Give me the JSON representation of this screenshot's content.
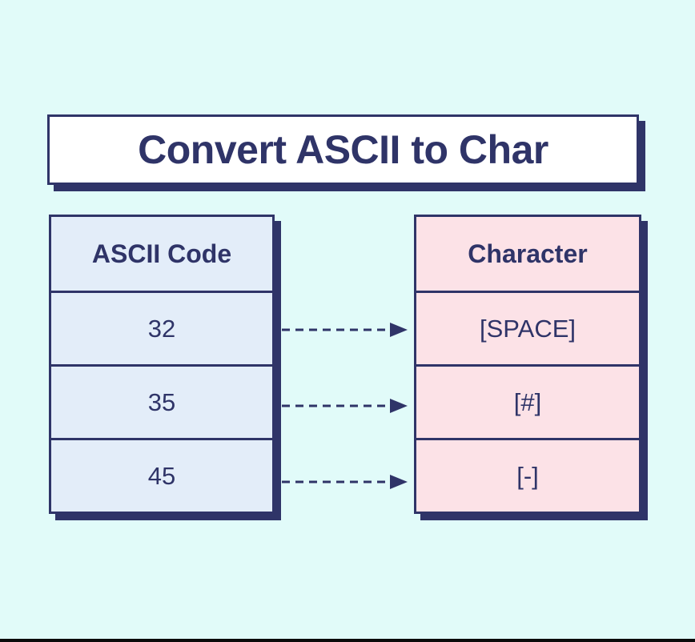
{
  "colors": {
    "background": "#e1fbf9",
    "navy": "#2f3468",
    "title_bg": "#ffffff",
    "ascii_bg": "#e3edf9",
    "char_bg": "#fce2e7",
    "bottom_bar": "#0a0a0a"
  },
  "title": {
    "text": "Convert ASCII to Char"
  },
  "ascii_table": {
    "header": "ASCII Code",
    "rows": [
      "32",
      "35",
      "45"
    ]
  },
  "char_table": {
    "header": "Character",
    "rows": [
      "[SPACE]",
      "[#]",
      "[-]"
    ]
  },
  "arrows": {
    "style": "dashed",
    "direction": "right",
    "count": 3
  }
}
